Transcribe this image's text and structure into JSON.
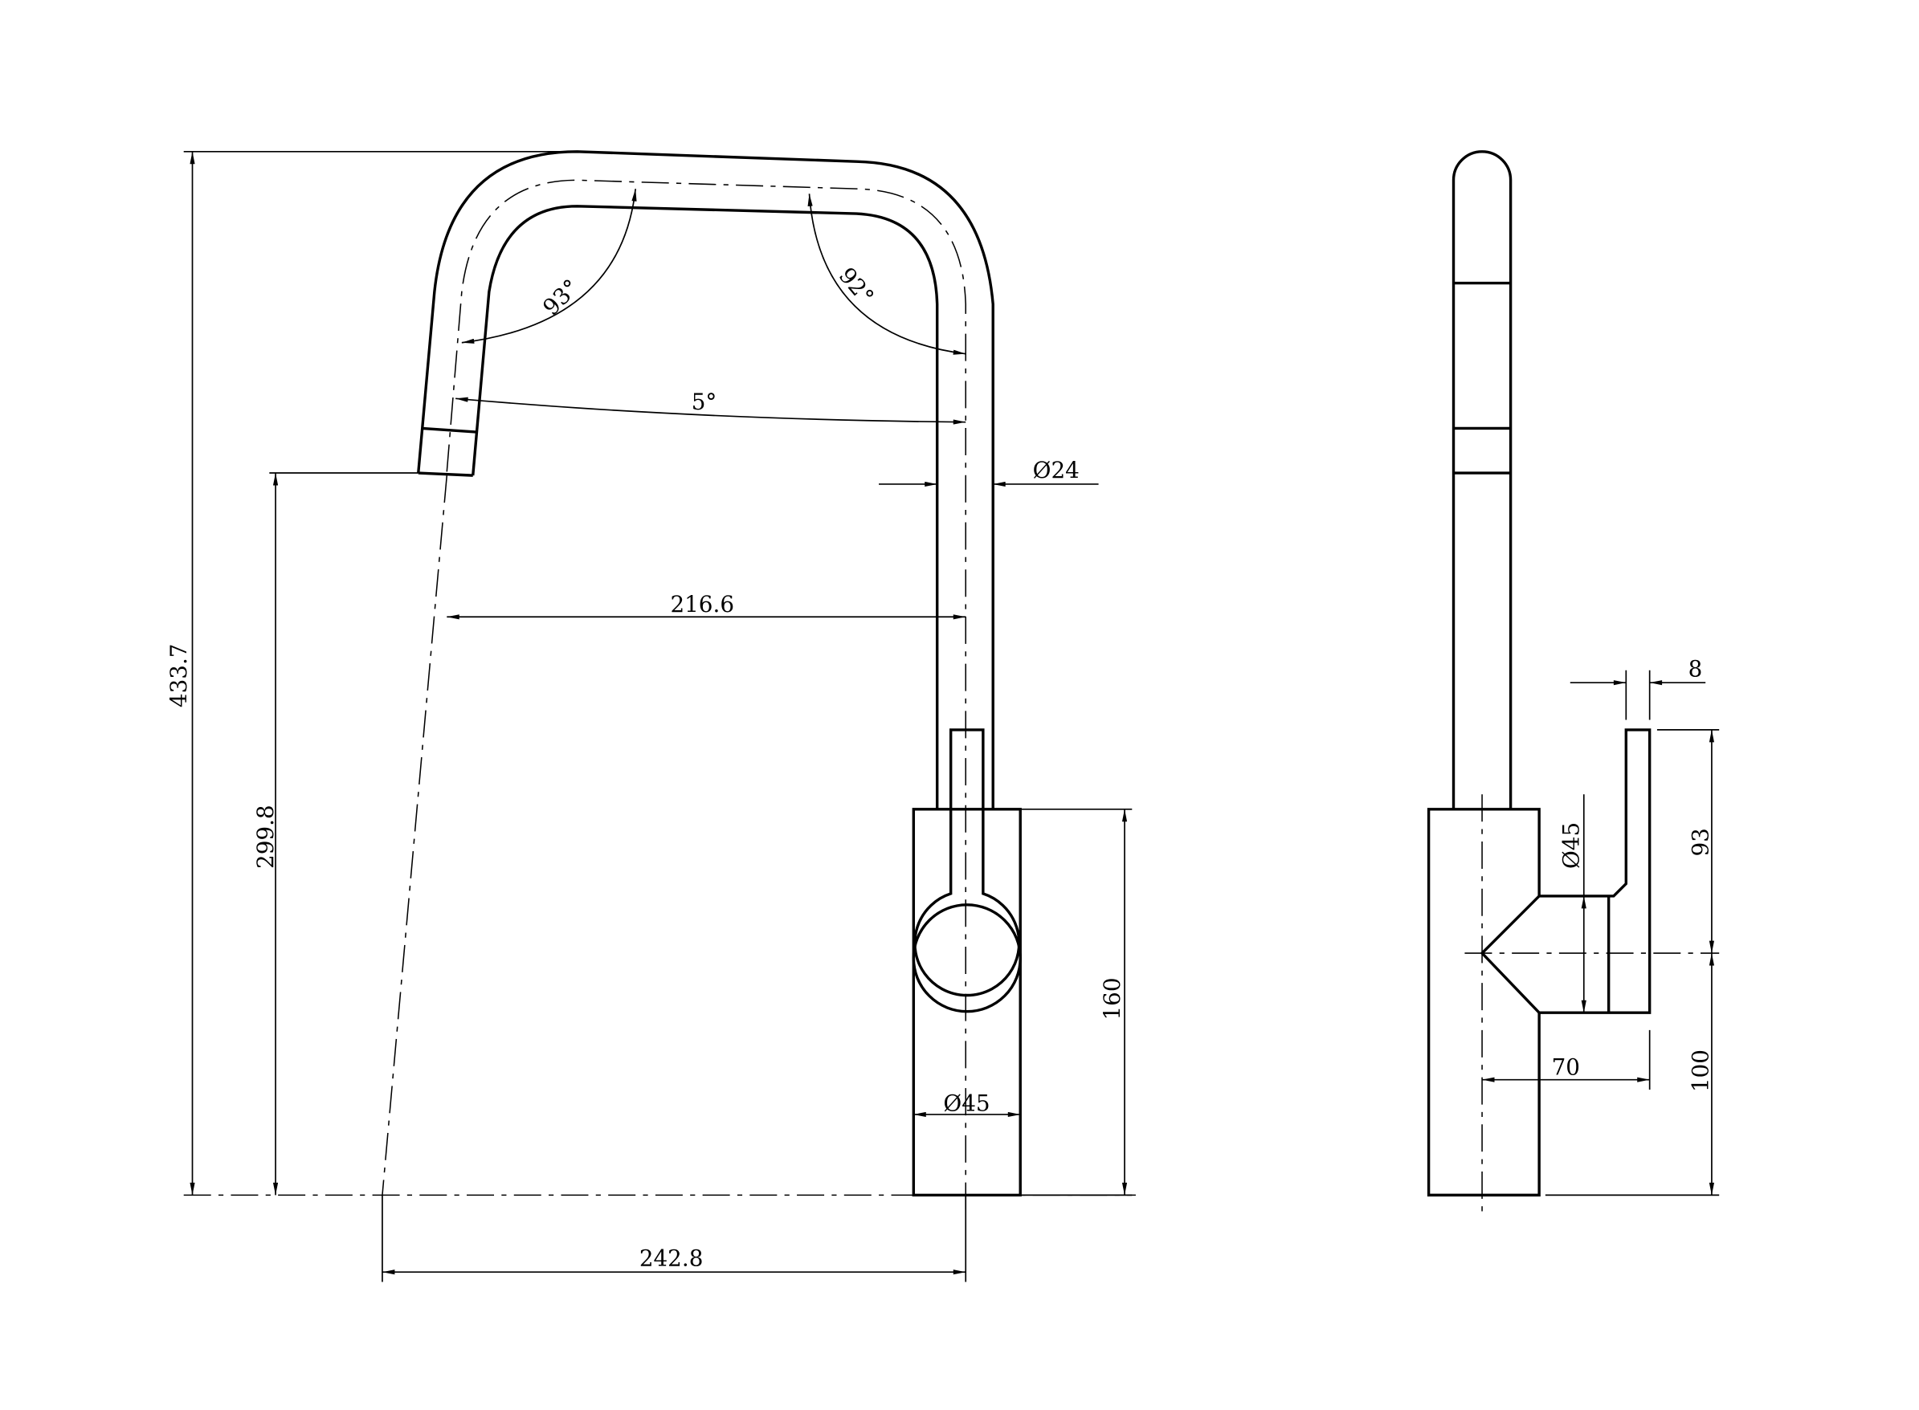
{
  "drawing": {
    "title": "Kitchen faucet dimension drawing",
    "views": [
      "front-view",
      "side-view"
    ],
    "front_view": {
      "overall_height": "433.7",
      "spout_outlet_height": "299.8",
      "body_height": "160",
      "reach_from_spout_axis": "216.6",
      "reach_total": "242.8",
      "spout_diameter": "Ø24",
      "body_diameter": "Ø45",
      "angle_left": "93°",
      "angle_right": "92°",
      "spout_tilt": "5°"
    },
    "side_view": {
      "handle_thickness": "8",
      "handle_diameter": "Ø45",
      "handle_upper": "93",
      "handle_lower": "100",
      "handle_offset": "70"
    },
    "colors": {
      "line": "#000000",
      "background": "#ffffff"
    }
  }
}
